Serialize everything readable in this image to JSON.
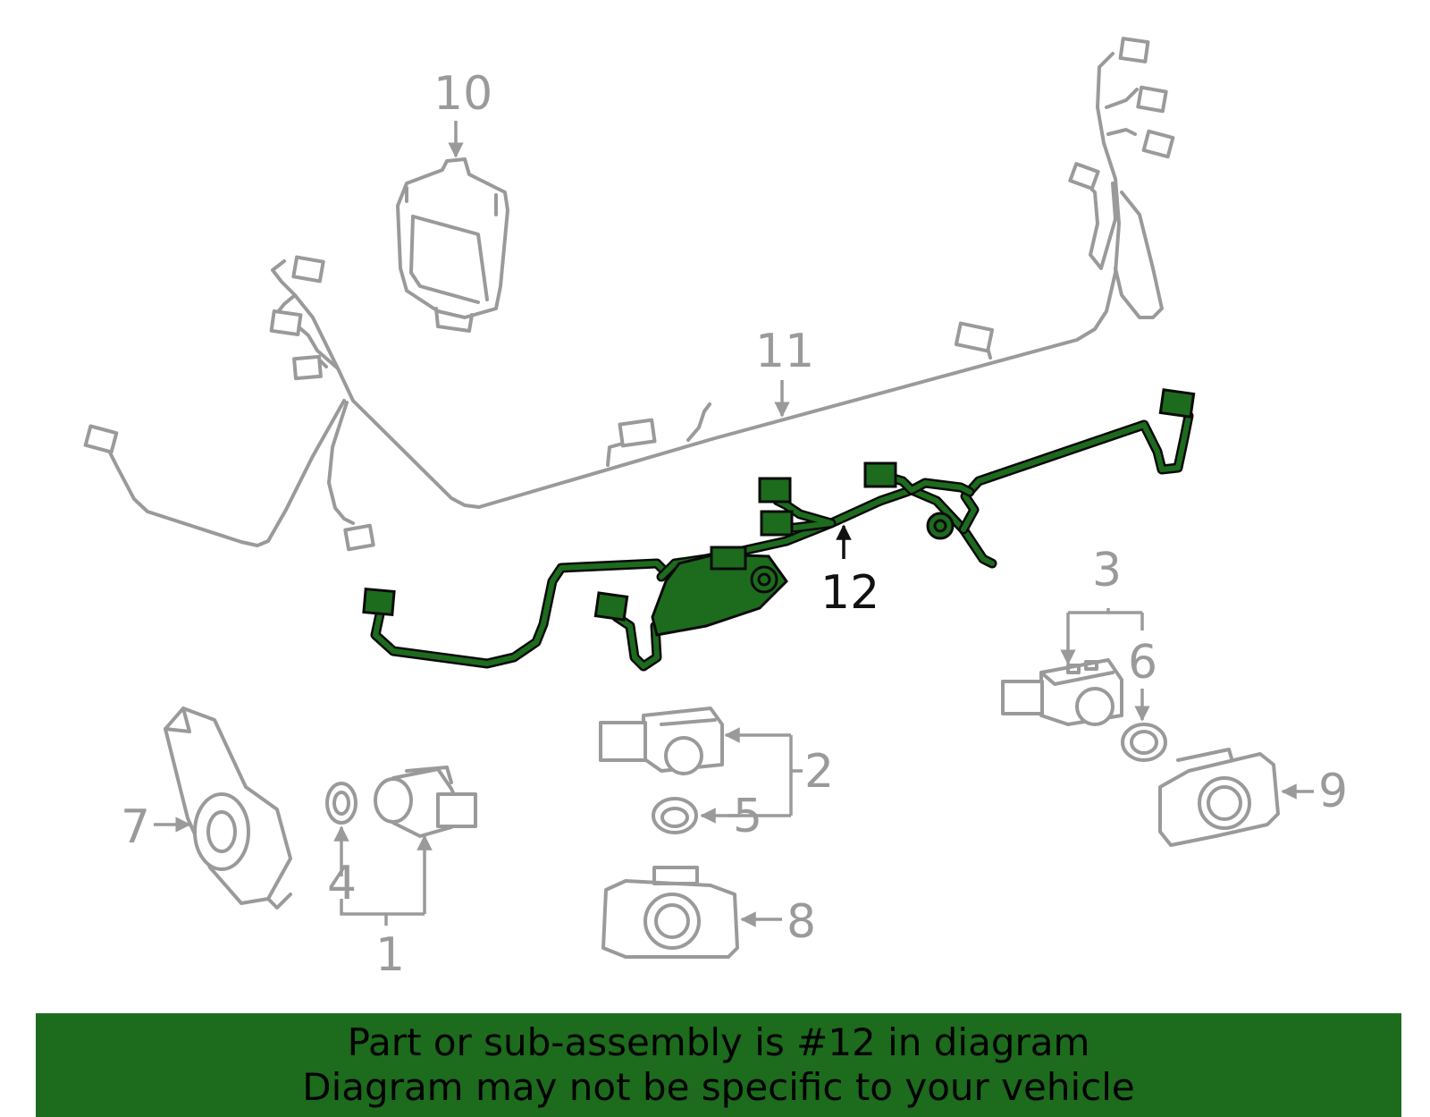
{
  "diagram": {
    "callouts": [
      {
        "id": "1",
        "label": "1"
      },
      {
        "id": "2",
        "label": "2"
      },
      {
        "id": "3",
        "label": "3"
      },
      {
        "id": "4",
        "label": "4"
      },
      {
        "id": "5",
        "label": "5"
      },
      {
        "id": "6",
        "label": "6"
      },
      {
        "id": "7",
        "label": "7"
      },
      {
        "id": "8",
        "label": "8"
      },
      {
        "id": "9",
        "label": "9"
      },
      {
        "id": "10",
        "label": "10"
      },
      {
        "id": "11",
        "label": "11"
      },
      {
        "id": "12",
        "label": "12"
      }
    ],
    "highlighted_part": "12",
    "colors": {
      "highlight": "#1d6b1d",
      "line_art": "#9a9a9a",
      "outline": "#0a0a0a",
      "banner_bg": "#1d6b1d",
      "banner_text": "#000000"
    }
  },
  "banner": {
    "line1": "Part or sub-assembly is #12 in diagram",
    "line2": "Diagram may not be specific to your vehicle"
  }
}
